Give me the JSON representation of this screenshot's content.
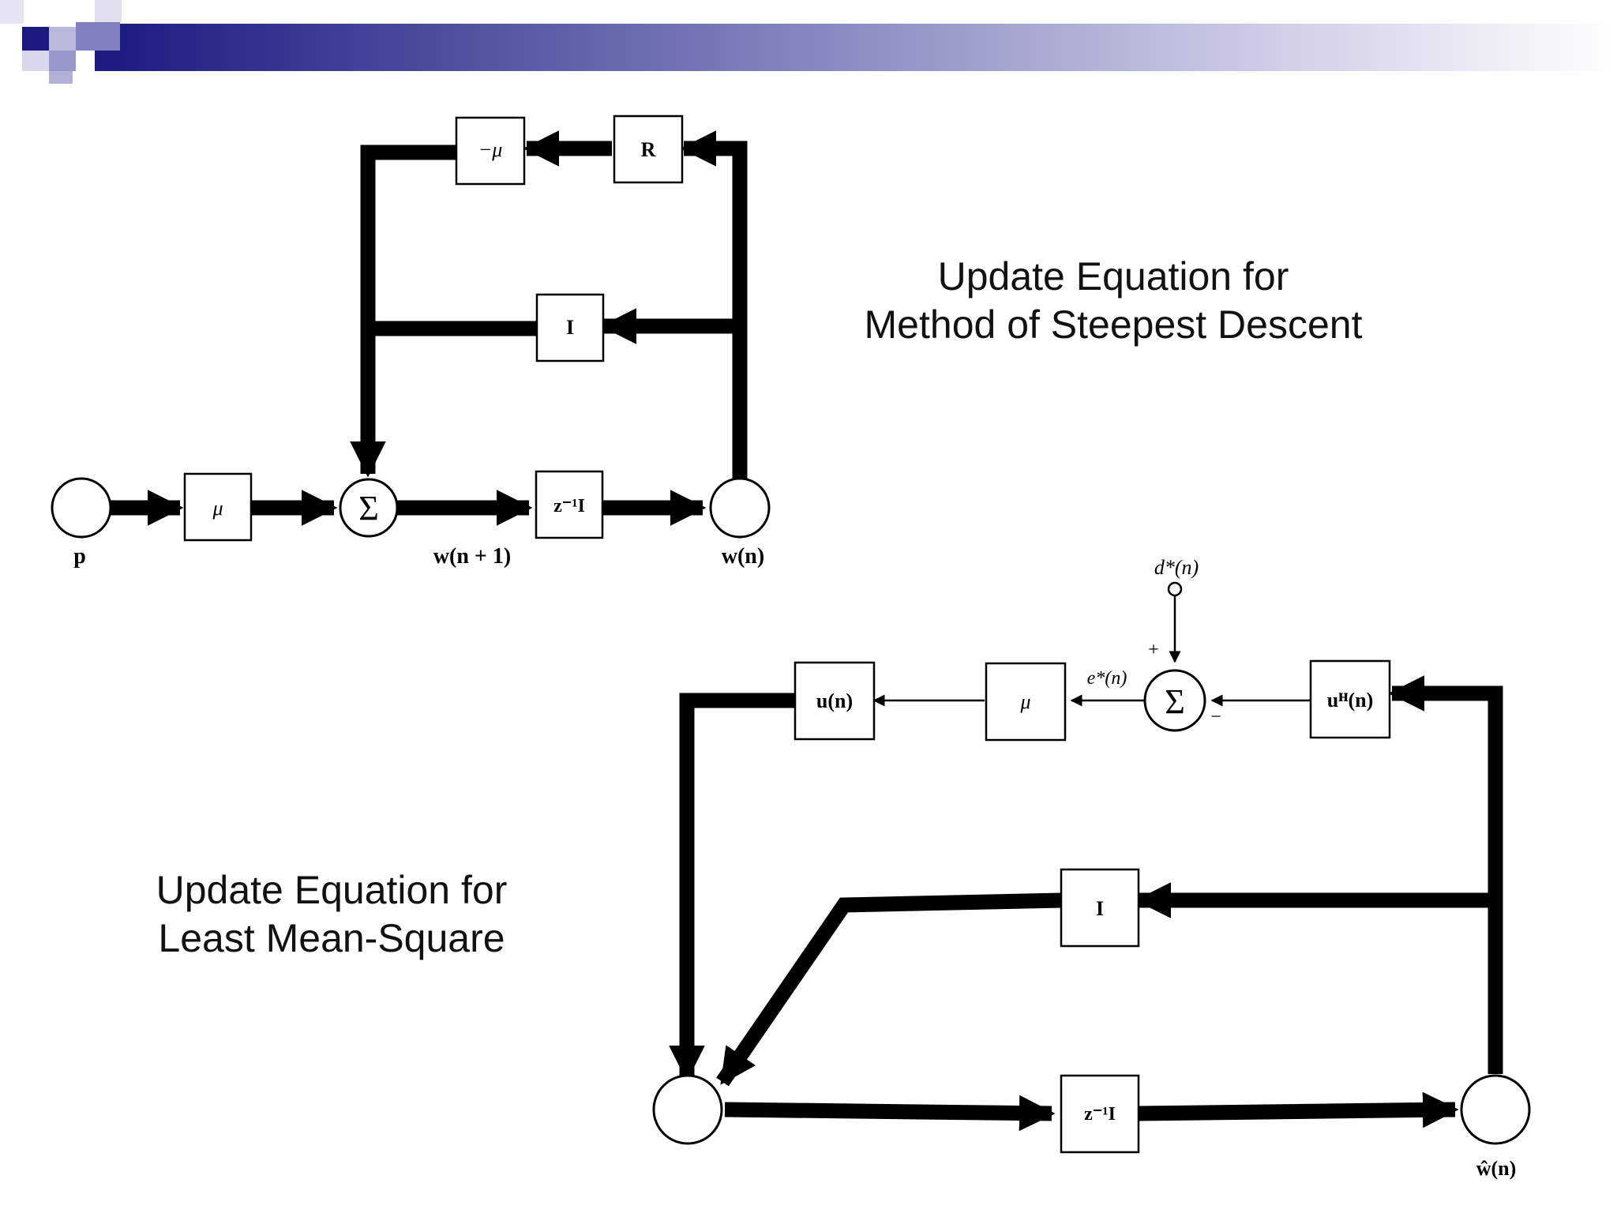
{
  "theme": {
    "banner_colors": [
      "#1a1a80",
      "#2a2a8a",
      "#7070b8",
      "#b8b8dc",
      "#ffffff"
    ],
    "line_color": "#000000",
    "background": "#ffffff"
  },
  "steepest_descent": {
    "caption_line1": "Update Equation for",
    "caption_line2": "Method of Steepest Descent",
    "blocks": {
      "neg_mu": "−μ",
      "R": "R",
      "I": "I",
      "mu": "μ",
      "delay": "z⁻¹I",
      "sum": "Σ"
    },
    "labels": {
      "p": "p",
      "w_next": "w(n + 1)",
      "w_n": "w(n)"
    }
  },
  "lms": {
    "caption_line1": "Update Equation for",
    "caption_line2": "Least Mean-Square",
    "blocks": {
      "u_n": "u(n)",
      "mu": "μ",
      "sum": "Σ",
      "u_H": "uᴴ(n)",
      "I": "I",
      "delay": "z⁻¹I"
    },
    "labels": {
      "d_star": "d*(n)",
      "e_star": "e*(n)",
      "plus": "+",
      "minus": "−",
      "w_hat": "ŵ(n)"
    }
  }
}
